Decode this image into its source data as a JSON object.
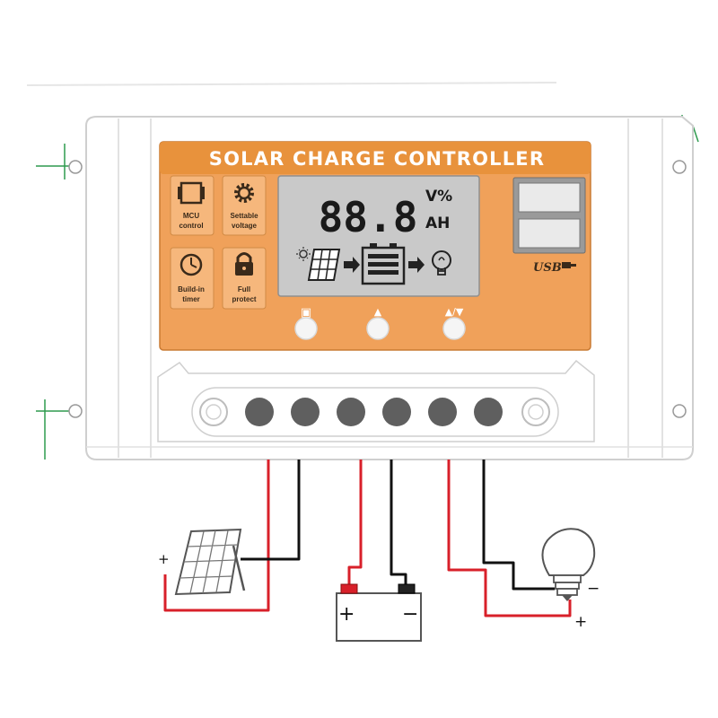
{
  "title": "SOLAR CHARGE CONTROLLER",
  "features": [
    {
      "icon": "mcu-chip-icon",
      "line1": "MCU",
      "line2": "control"
    },
    {
      "icon": "gear-icon",
      "line1": "Settable",
      "line2": "voltage"
    },
    {
      "icon": "clock-icon",
      "line1": "Build-in",
      "line2": "timer"
    },
    {
      "icon": "padlock-icon",
      "line1": "Full",
      "line2": "protect"
    }
  ],
  "lcd": {
    "digits": "88.8",
    "unit_top": "V%",
    "unit_bottom": "AH"
  },
  "usb_label": "USB",
  "buttons": [
    {
      "icon": "menu-icon",
      "symbol": "▣"
    },
    {
      "icon": "up-icon",
      "symbol": "▲"
    },
    {
      "icon": "down-set-icon",
      "symbol": "▲/▼"
    }
  ],
  "polarity": {
    "solar_plus": "+",
    "battery_plus": "+",
    "battery_minus": "−",
    "load_minus": "−",
    "load_plus": "+"
  },
  "colors": {
    "panel_orange": "#f0a15a",
    "title_band": "#e8923c",
    "lcd_grey": "#c9c9c9",
    "terminal_grey": "#5f5f5f",
    "wire_red": "#d8202a",
    "wire_black": "#111111",
    "mount_green": "#2e9a4e"
  }
}
